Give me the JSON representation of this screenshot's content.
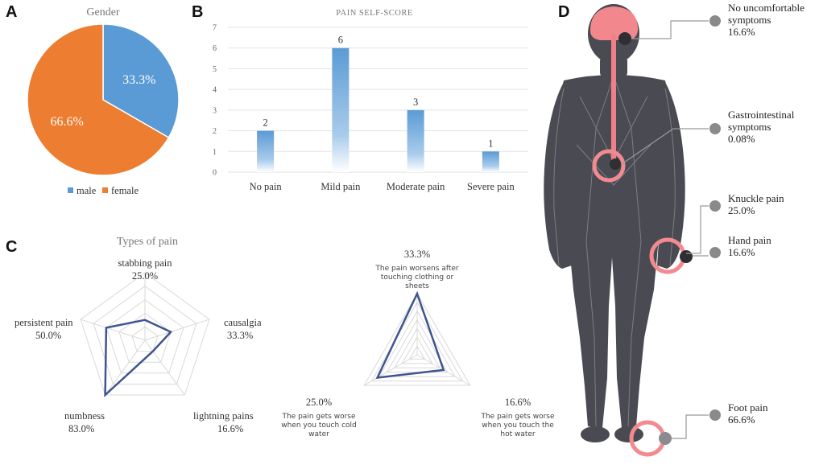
{
  "panels": {
    "a": "A",
    "b": "B",
    "c": "C",
    "d": "D"
  },
  "chart_data": [
    {
      "type": "pie",
      "title": "Gender",
      "categories": [
        "male",
        "female"
      ],
      "values": [
        33.3,
        66.6
      ],
      "labels": [
        "33.3%",
        "66.6%"
      ],
      "colors": [
        "#5b9bd5",
        "#ed7d31"
      ],
      "legend": "bottom"
    },
    {
      "type": "bar",
      "title": "PAIN SELF-SCORE",
      "categories": [
        "No pain",
        "Mild pain",
        "Moderate pain",
        "Severe pain"
      ],
      "values": [
        2,
        6,
        3,
        1
      ],
      "ylim": [
        0,
        7
      ],
      "yticks": [
        "0",
        "1",
        "2",
        "3",
        "4",
        "5",
        "6",
        "7"
      ],
      "grid": true,
      "color": "#5b9bd5"
    },
    {
      "type": "radar",
      "title": "Types of pain",
      "axes": [
        {
          "name": "stabbing pain",
          "value_label": "25.0%",
          "value": 25.0
        },
        {
          "name": "causalgia",
          "value_label": "33.3%",
          "value": 33.3
        },
        {
          "name": "lightning pains",
          "value_label": "16.6%",
          "value": 16.6
        },
        {
          "name": "numbness",
          "value_label": "83.0%",
          "value": 83.0
        },
        {
          "name": "persistent pain",
          "value_label": "50.0%",
          "value": 50.0
        }
      ],
      "rmax": 83.0,
      "color": "#3f5590"
    },
    {
      "type": "radar",
      "title": "",
      "axes": [
        {
          "name": "The pain worsens after touching clothing or sheets",
          "lines": [
            "The pain worsens after",
            "touching clothing or",
            "sheets"
          ],
          "value_label": "33.3%",
          "value": 33.3
        },
        {
          "name": "The pain gets worse when you touch the hot water",
          "lines": [
            "The pain gets worse",
            "when you touch the",
            "hot water"
          ],
          "value_label": "16.6%",
          "value": 16.6
        },
        {
          "name": "The pain gets worse when you touch cold water",
          "lines": [
            "The pain gets worse",
            "when you touch cold",
            "water"
          ],
          "value_label": "25.0%",
          "value": 25.0
        }
      ],
      "rmax": 33.3,
      "color": "#3f5590"
    }
  ],
  "body_annotations": [
    {
      "lines": [
        "No uncomfortable",
        "symptoms",
        "16.6%"
      ]
    },
    {
      "lines": [
        "Gastrointestinal",
        "symptoms",
        "0.08%"
      ]
    },
    {
      "lines": [
        "Knuckle pain",
        "25.0%"
      ]
    },
    {
      "lines": [
        "Hand pain",
        "16.6%"
      ]
    },
    {
      "lines": [
        "Foot pain",
        "66.6%"
      ]
    }
  ]
}
